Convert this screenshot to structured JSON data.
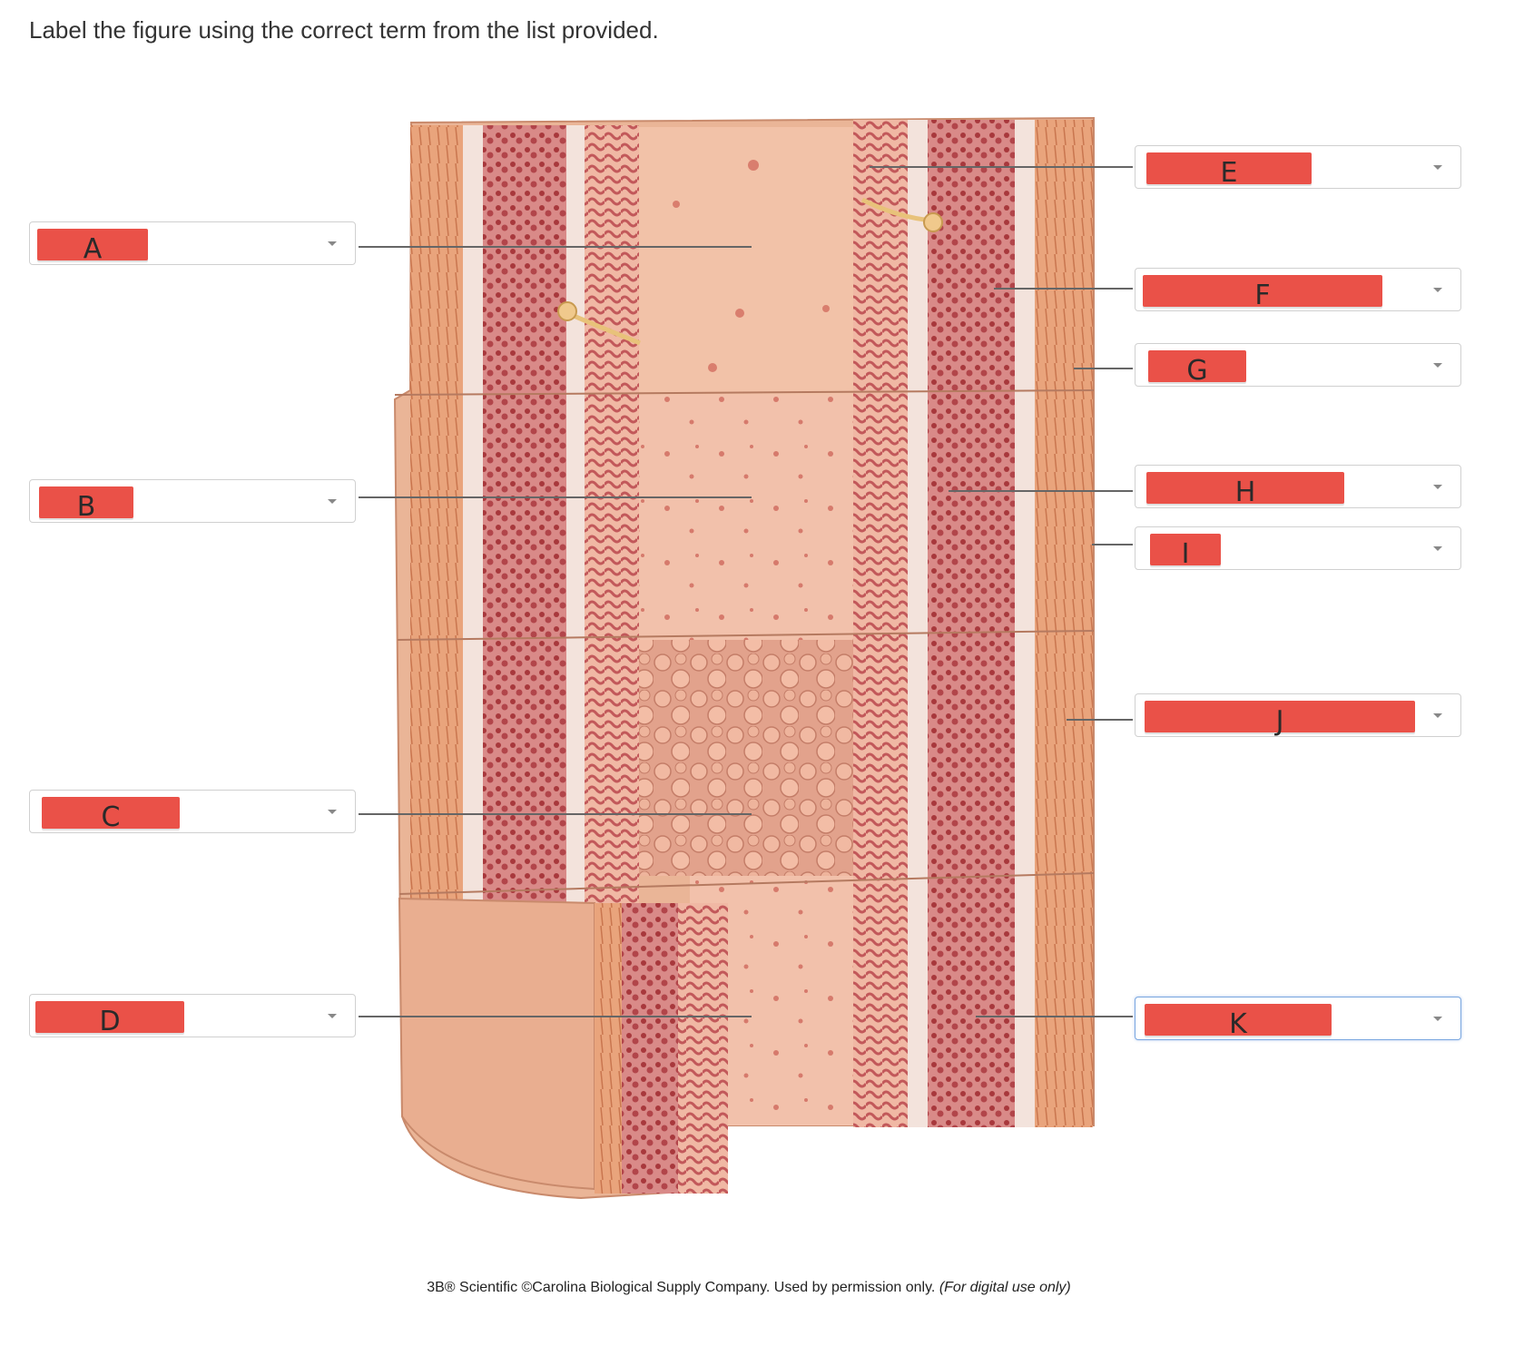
{
  "instructions": "Label the figure using the correct term from the list provided.",
  "labels": [
    {
      "id": "A",
      "letter": "A"
    },
    {
      "id": "B",
      "letter": "B"
    },
    {
      "id": "C",
      "letter": "C"
    },
    {
      "id": "D",
      "letter": "D"
    },
    {
      "id": "E",
      "letter": "E"
    },
    {
      "id": "F",
      "letter": "F"
    },
    {
      "id": "G",
      "letter": "G"
    },
    {
      "id": "H",
      "letter": "H"
    },
    {
      "id": "I",
      "letter": "I"
    },
    {
      "id": "J",
      "letter": "J"
    },
    {
      "id": "K",
      "letter": "K"
    }
  ],
  "credit": {
    "text": "3B® Scientific ©Carolina Biological Supply Company. Used by permission only.",
    "note": "(For digital use only)"
  },
  "colors": {
    "redaction": "#ea5148",
    "muscle": "#e8a07a",
    "mucosa": "#f1c3b0",
    "crypts": "#b64a4a",
    "focus_border": "#7aa7e0"
  },
  "icons": {
    "caret": "chevron-down-icon"
  }
}
